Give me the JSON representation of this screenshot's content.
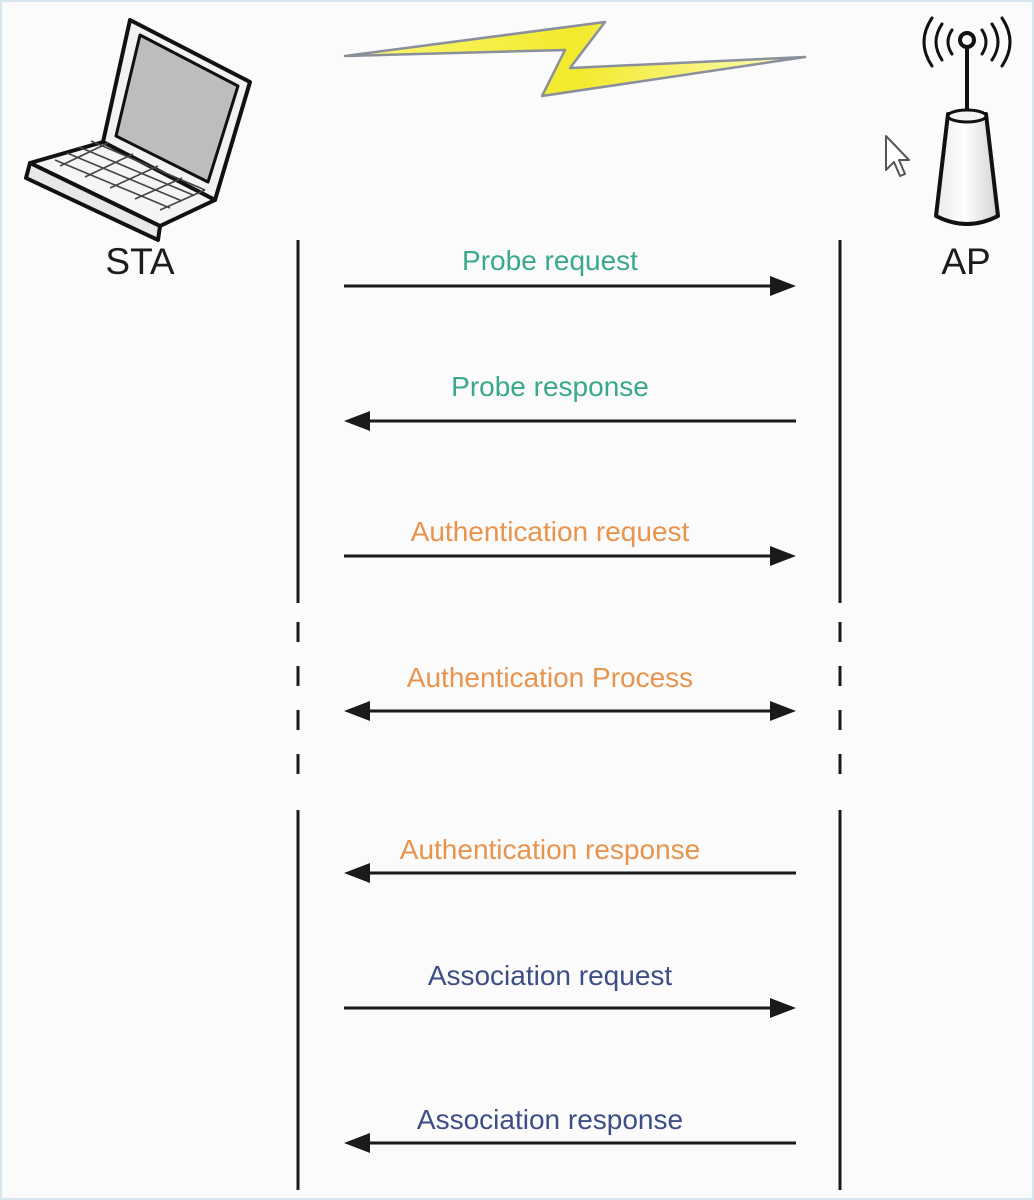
{
  "nodes": {
    "station": {
      "label": "STA"
    },
    "access_point": {
      "label": "AP"
    }
  },
  "colors": {
    "probe": "#3aa88c",
    "authentication": "#e8944d",
    "association": "#3e4e85",
    "line": "#1a1a1a",
    "lightning_fill": "#f2ea2b",
    "lightning_edge": "#8a8f9c"
  },
  "messages": [
    {
      "label": "Probe request",
      "direction": "to-ap",
      "category": "probe"
    },
    {
      "label": "Probe response",
      "direction": "to-sta",
      "category": "probe"
    },
    {
      "label": "Authentication request",
      "direction": "to-ap",
      "category": "authentication"
    },
    {
      "label": "Authentication Process",
      "direction": "both",
      "category": "authentication"
    },
    {
      "label": "Authentication response",
      "direction": "to-sta",
      "category": "authentication"
    },
    {
      "label": "Association request",
      "direction": "to-ap",
      "category": "association"
    },
    {
      "label": "Association response",
      "direction": "to-sta",
      "category": "association"
    }
  ],
  "icons": [
    "laptop-icon",
    "lightning-icon",
    "access-point-icon",
    "mouse-cursor-icon"
  ]
}
